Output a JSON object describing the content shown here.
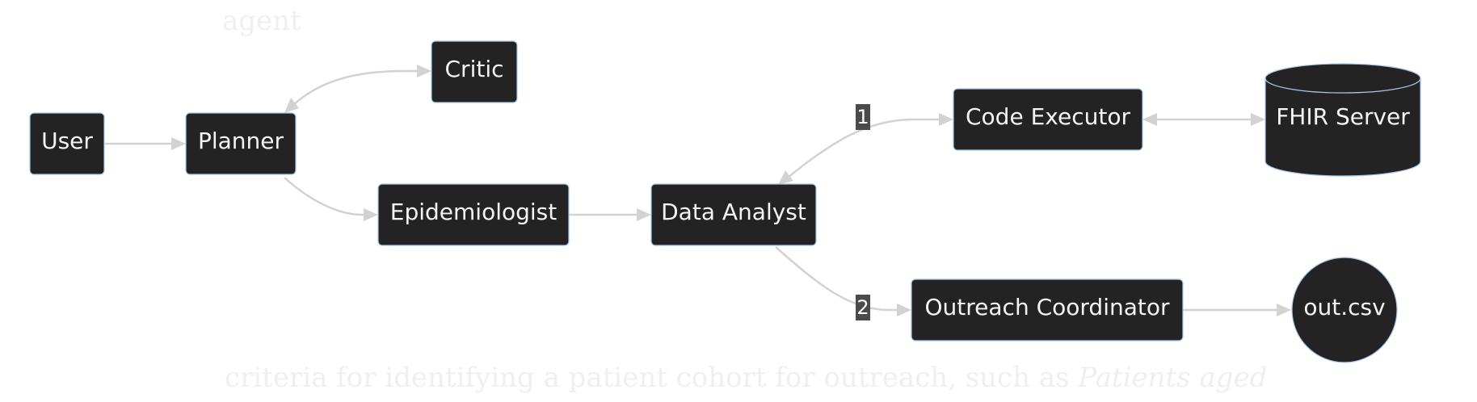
{
  "background_text": {
    "top": "agent",
    "bottom_plain": "criteria for identifying a patient cohort for outreach, such as ",
    "bottom_italic": "Patients aged"
  },
  "nodes": {
    "user": "User",
    "planner": "Planner",
    "critic": "Critic",
    "epidemiologist": "Epidemiologist",
    "data_analyst": "Data Analyst",
    "code_executor": "Code Executor",
    "fhir_server": "FHIR Server",
    "outreach_coordinator": "Outreach Coordinator",
    "out_csv": "out.csv"
  },
  "edge_labels": {
    "to_code_executor": "1",
    "to_outreach": "2"
  },
  "colors": {
    "node_fill": "#232323",
    "node_border": "#a9c7e4",
    "edge": "#d2d2d2",
    "edge_label_bg": "#4a4a4a"
  }
}
